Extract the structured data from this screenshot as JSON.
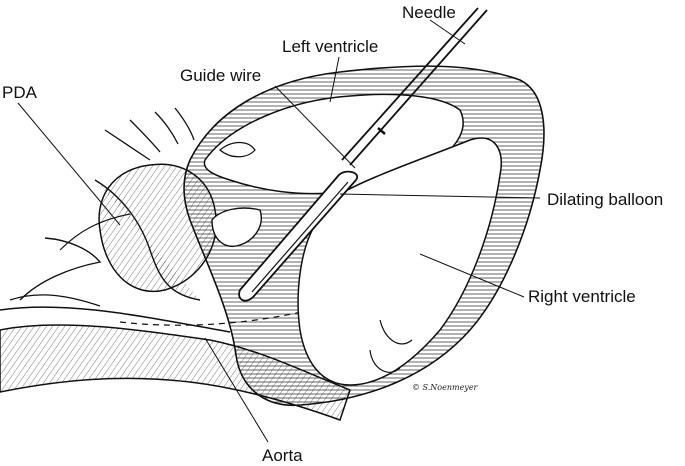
{
  "labels": {
    "needle": "Needle",
    "left_ventricle": "Left ventricle",
    "guide_wire": "Guide wire",
    "pda": "PDA",
    "dilating_balloon": "Dilating balloon",
    "right_ventricle": "Right ventricle",
    "aorta": "Aorta"
  },
  "signature": "© S.Noenmeyer",
  "colors": {
    "ink": "#111111",
    "background": "#ffffff"
  }
}
